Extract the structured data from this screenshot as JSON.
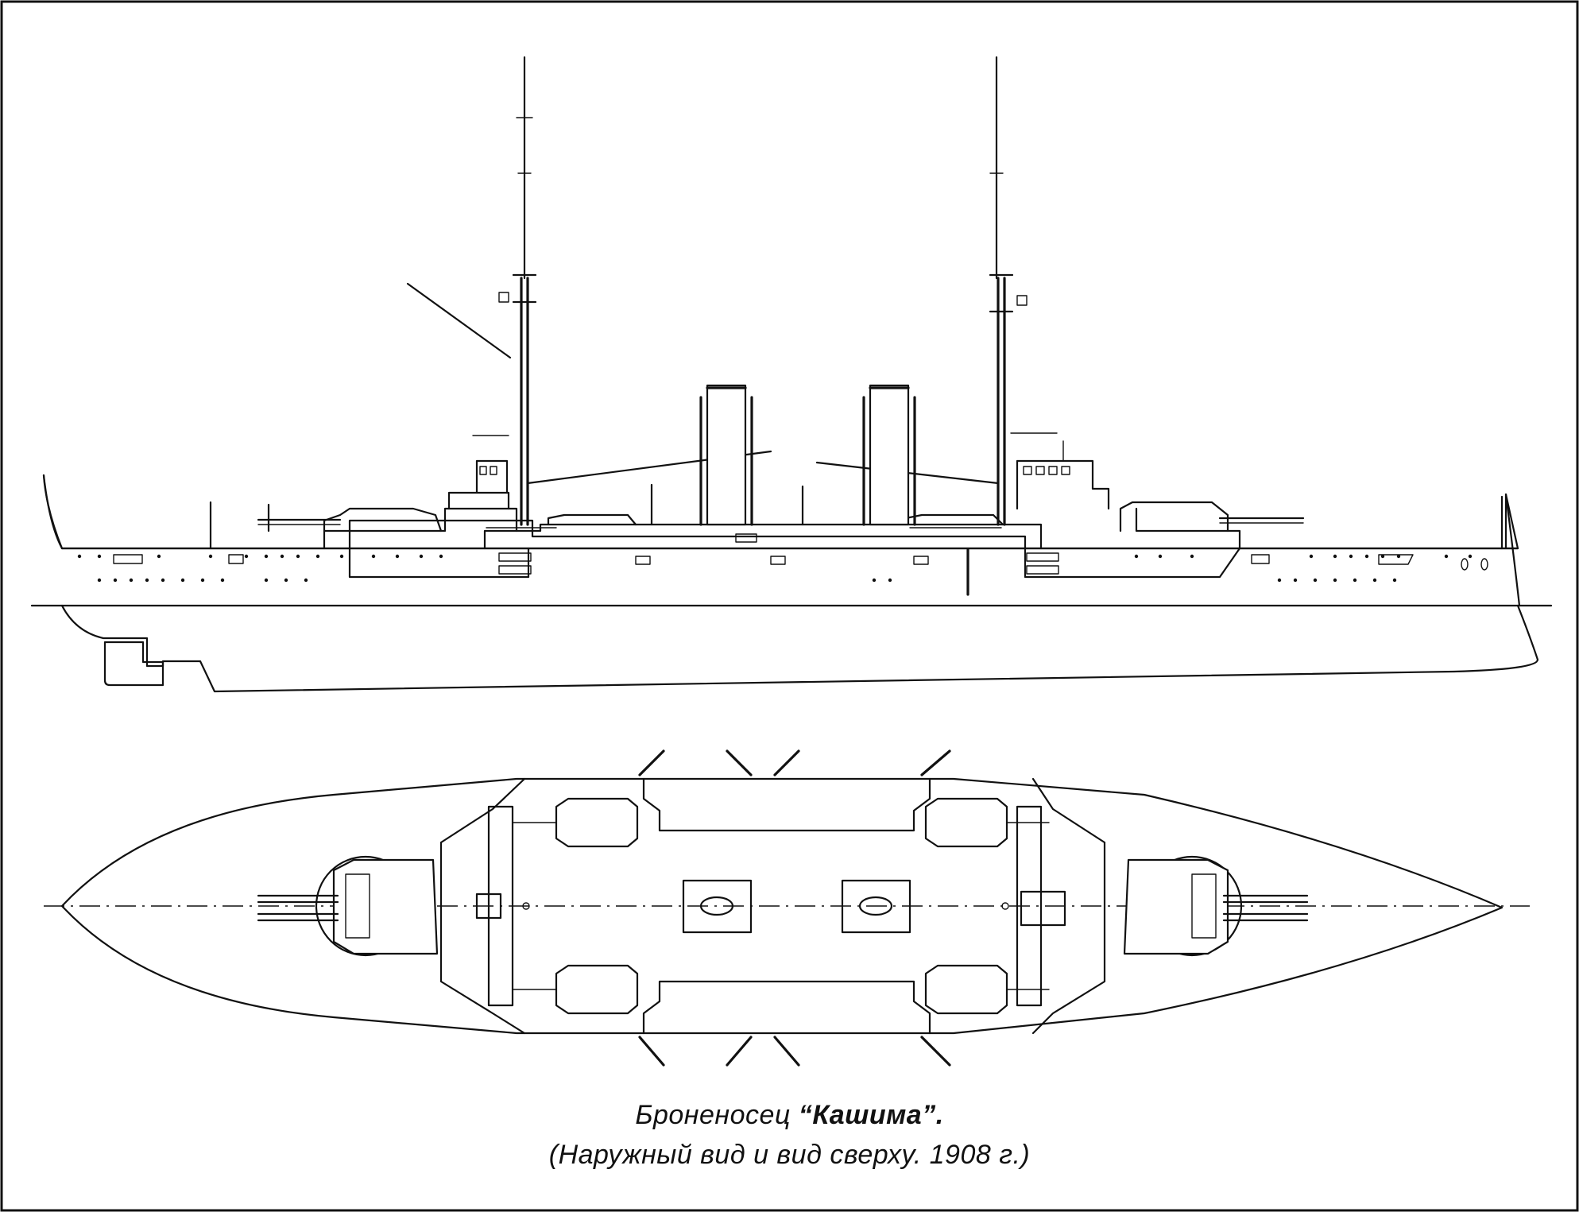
{
  "caption": {
    "prefix": "Броненосец ",
    "ship_name": "“Кашима”",
    "suffix": ".",
    "line2": "(Наружный вид и вид сверху. 1908 г.)"
  }
}
